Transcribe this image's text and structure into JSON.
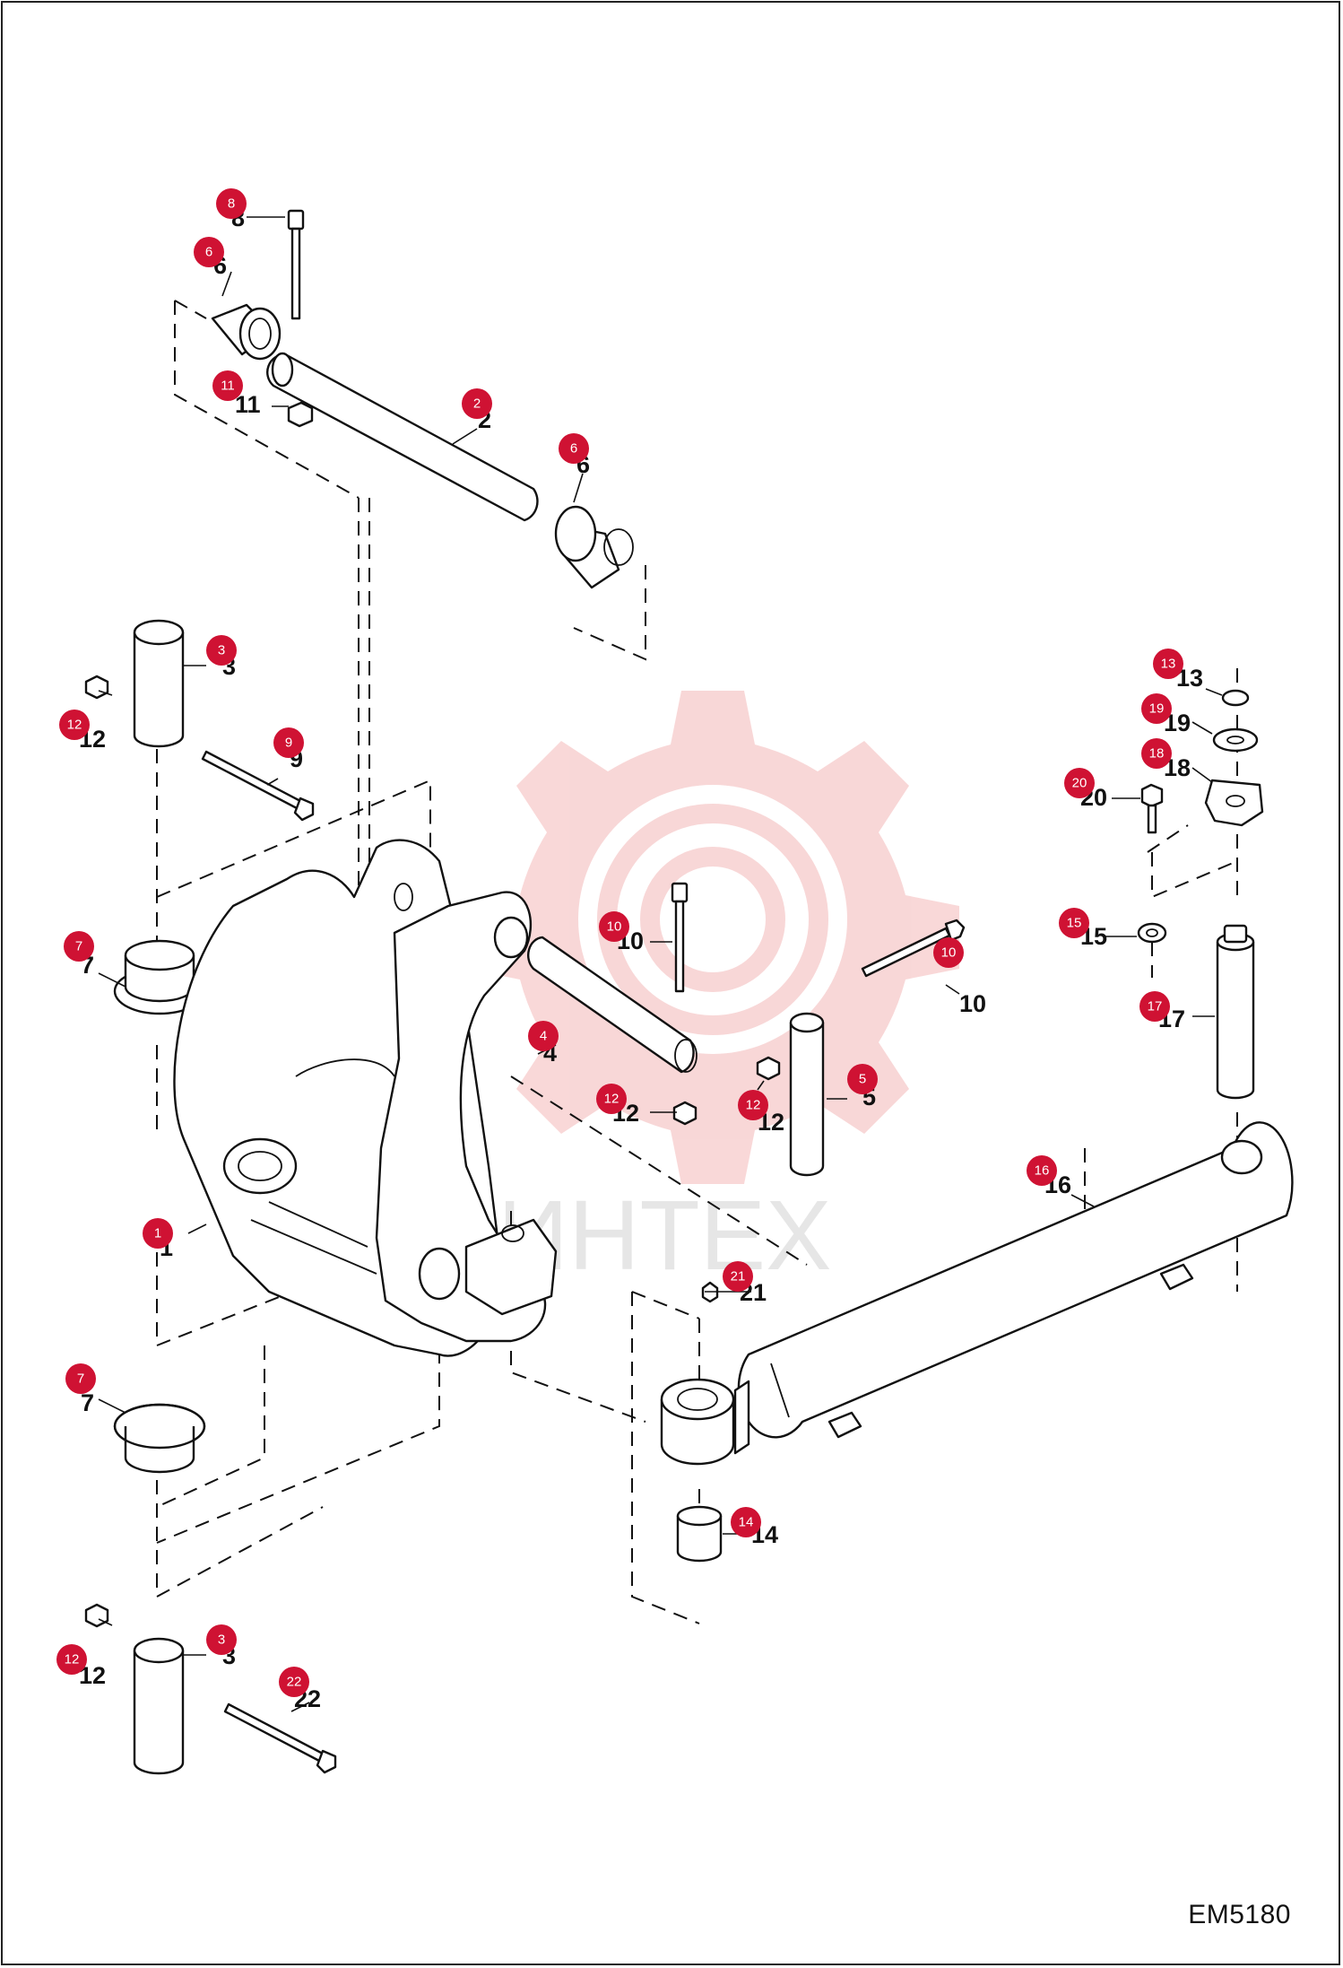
{
  "watermark_text": "ИНТЕХ",
  "diagram_code": "EM5180",
  "callouts": [
    {
      "part": "1",
      "label": "1"
    },
    {
      "part": "2",
      "label": "2"
    },
    {
      "part": "3",
      "label": "3"
    },
    {
      "part": "3",
      "label": "3"
    },
    {
      "part": "4",
      "label": "4"
    },
    {
      "part": "5",
      "label": "5"
    },
    {
      "part": "6",
      "label": "6"
    },
    {
      "part": "6",
      "label": "6"
    },
    {
      "part": "7",
      "label": "7"
    },
    {
      "part": "7",
      "label": "7"
    },
    {
      "part": "8",
      "label": "8"
    },
    {
      "part": "9",
      "label": "9"
    },
    {
      "part": "10",
      "label": "10"
    },
    {
      "part": "10",
      "label": "10"
    },
    {
      "part": "11",
      "label": "11"
    },
    {
      "part": "12",
      "label": "12"
    },
    {
      "part": "12",
      "label": "12"
    },
    {
      "part": "12",
      "label": "12"
    },
    {
      "part": "12",
      "label": "12"
    },
    {
      "part": "13",
      "label": "13"
    },
    {
      "part": "14",
      "label": "14"
    },
    {
      "part": "15",
      "label": "15"
    },
    {
      "part": "16",
      "label": "16"
    },
    {
      "part": "17",
      "label": "17"
    },
    {
      "part": "18",
      "label": "18"
    },
    {
      "part": "19",
      "label": "19"
    },
    {
      "part": "20",
      "label": "20"
    },
    {
      "part": "21",
      "label": "21"
    },
    {
      "part": "22",
      "label": "22"
    }
  ],
  "colors": {
    "badge": "#cf1233",
    "watermark": "#f4b8b8",
    "line": "#111111"
  }
}
